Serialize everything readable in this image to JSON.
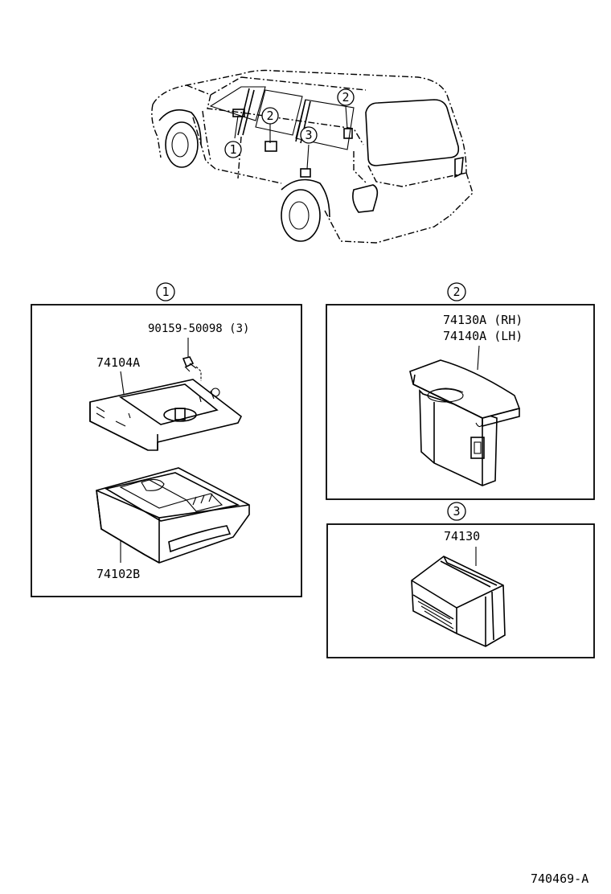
{
  "callouts": [
    "1",
    "2",
    "3"
  ],
  "panel1": {
    "number": "1",
    "bolt_part": "90159-50098 (3)",
    "bracket_part": "74104A",
    "ashtray_part": "74102B"
  },
  "panel2": {
    "number": "2",
    "part_rh": "74130A (RH)",
    "part_lh": "74140A (LH)"
  },
  "panel3": {
    "number": "3",
    "part": "74130"
  },
  "diagram_id": "740469-A"
}
